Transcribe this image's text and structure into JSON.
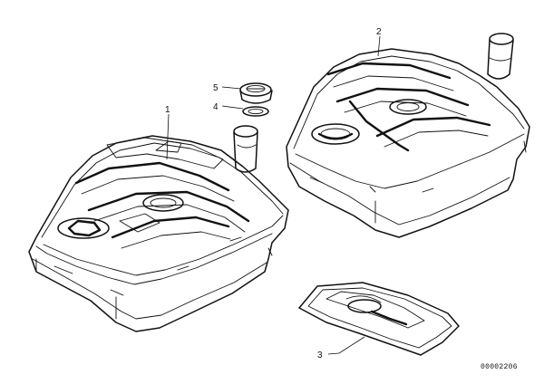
{
  "callouts": {
    "tank_1": "1",
    "tank_2": "2",
    "insulation_3": "3",
    "seal_4": "4",
    "cap_5": "5"
  },
  "document_number": "00002206",
  "colors": {
    "line": "#111111",
    "background": "#ffffff"
  }
}
